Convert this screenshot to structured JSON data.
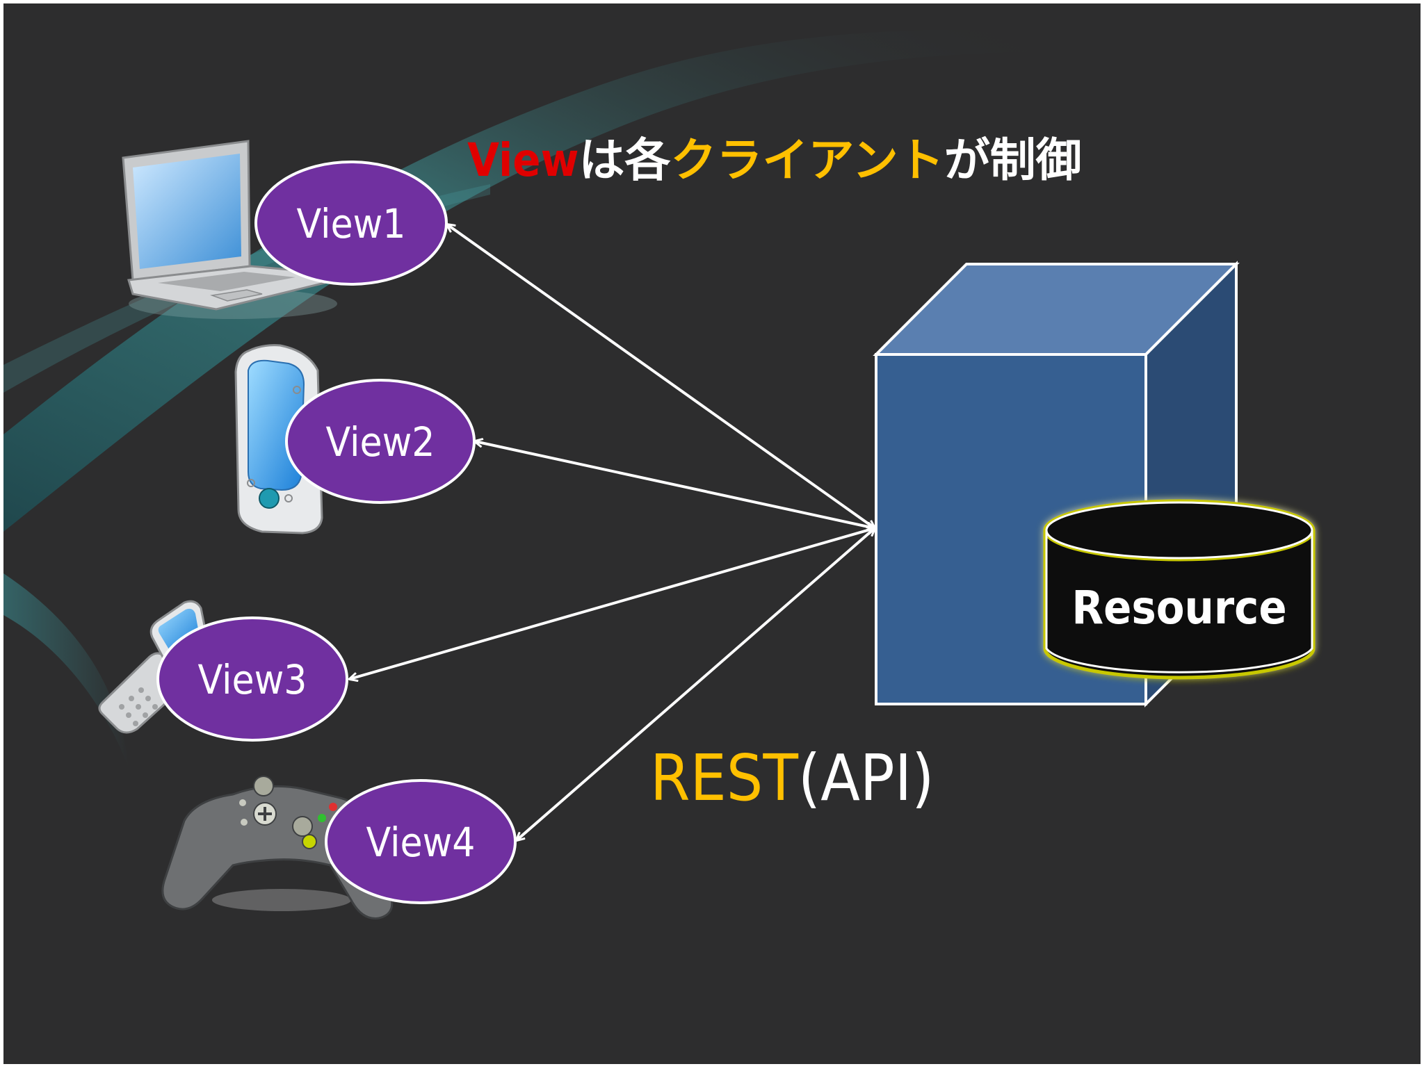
{
  "title": {
    "part1": "View",
    "part2": "は各",
    "part3": "クライアント",
    "part4": "が制御"
  },
  "views": [
    {
      "label": "View1",
      "device_icon": "laptop-icon"
    },
    {
      "label": "View2",
      "device_icon": "pda-phone-icon"
    },
    {
      "label": "View3",
      "device_icon": "flip-phone-icon"
    },
    {
      "label": "View4",
      "device_icon": "game-controller-icon"
    }
  ],
  "resource": {
    "label": "Resource"
  },
  "api": {
    "part1": "REST",
    "part2": "(API)"
  },
  "colors": {
    "background": "#2d2d2e",
    "ellipse_fill": "#7030a0",
    "cube_front": "#365f91",
    "cube_top": "#5a7fb0",
    "cube_side": "#2b4b74",
    "title_red": "#e00000",
    "title_orange": "#ffc000",
    "title_white": "#ffffff",
    "cylinder_fill": "#101008",
    "cylinder_glow": "#c8c800"
  }
}
